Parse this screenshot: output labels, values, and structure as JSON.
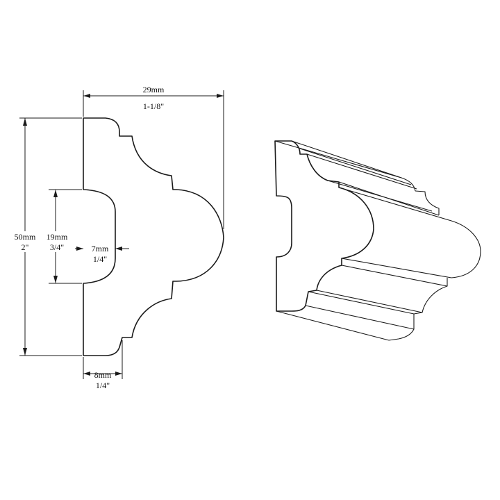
{
  "dimensions": {
    "width": {
      "metric": "29mm",
      "imperial": "1-1/8\""
    },
    "height": {
      "metric": "50mm",
      "imperial": "2\""
    },
    "recess_height": {
      "metric": "19mm",
      "imperial": "3/4\""
    },
    "recess_depth": {
      "metric": "7mm",
      "imperial": "1/4\""
    },
    "base_offset": {
      "metric": "8mm",
      "imperial": "1/4\""
    }
  }
}
